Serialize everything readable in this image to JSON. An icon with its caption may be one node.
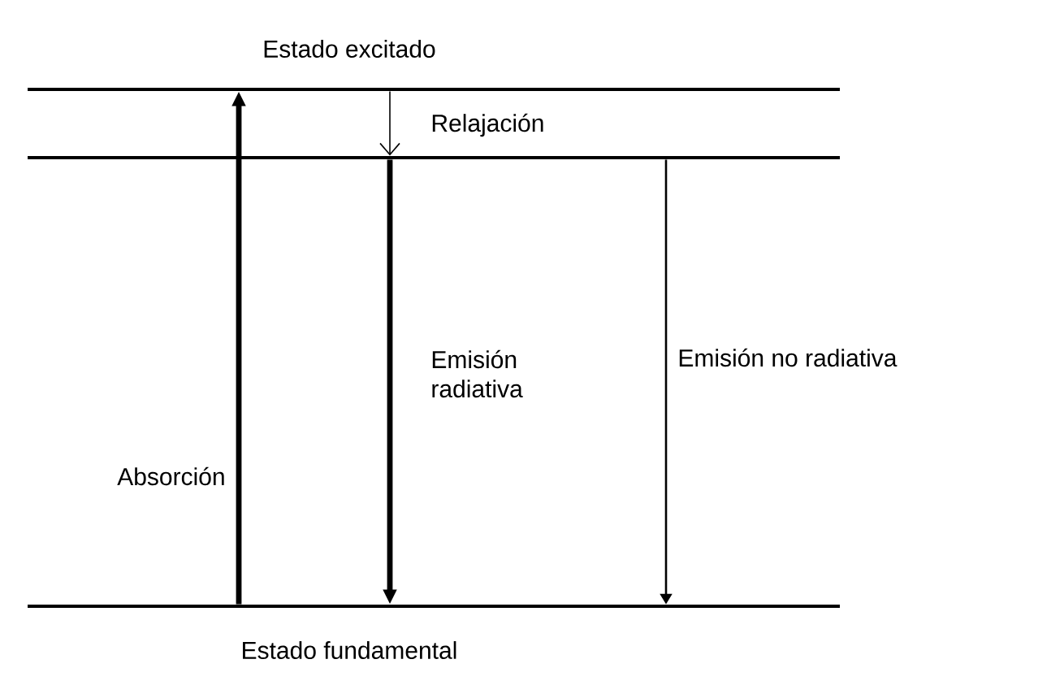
{
  "diagram": {
    "nodes": [
      {
        "text": [
          "Estado excitado"
        ]
      },
      {
        "text": [],
        "shape": "bar"
      },
      {
        "text": [
          "Estado fundamental"
        ]
      }
    ],
    "edges": [
      {
        "from": 2,
        "to": 0,
        "arrow": "to",
        "label": "Absorción",
        "style": "thick"
      },
      {
        "from": 0,
        "to": 1,
        "arrow": "to",
        "label": "Relajación"
      },
      {
        "from": 1,
        "to": 2,
        "arrow": "to",
        "label": "Emisión radiativa",
        "style": "thick"
      },
      {
        "from": 1,
        "to": 2,
        "arrow": "to",
        "label": "Emisión no radiativa"
      }
    ]
  }
}
